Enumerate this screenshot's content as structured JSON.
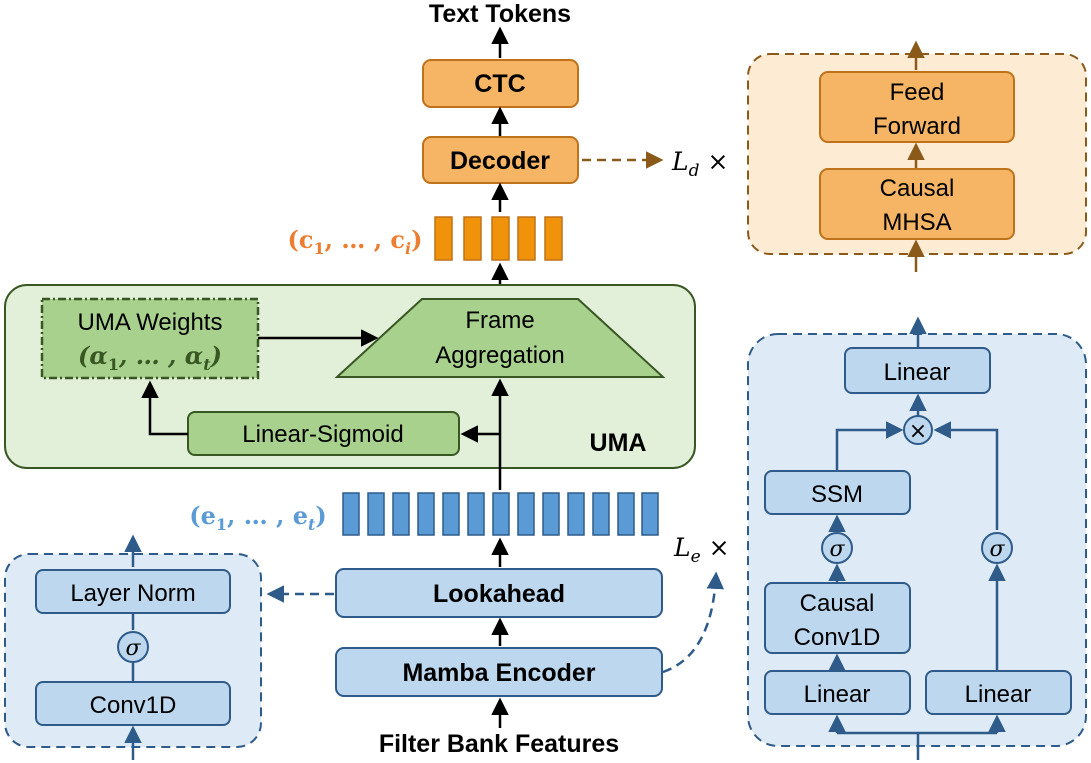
{
  "title_top": "Text Tokens",
  "title_bottom": "Filter Bank Features",
  "blocks": {
    "ctc": "CTC",
    "decoder": "Decoder",
    "lookahead": "Lookahead",
    "mamba_encoder": "Mamba Encoder",
    "frame_aggregation_line1": "Frame",
    "frame_aggregation_line2": "Aggregation",
    "uma_weights_line1": "UMA Weights",
    "linear_sigmoid": "Linear-Sigmoid",
    "uma_label": "UMA"
  },
  "decoder_layer": {
    "feed_forward_line1": "Feed",
    "feed_forward_line2": "Forward",
    "causal_mhsa_line1": "Causal",
    "causal_mhsa_line2": "MHSA",
    "repeat": "L_d ×"
  },
  "encoder_layer": {
    "linear_top": "Linear",
    "ssm": "SSM",
    "causal_conv_line1": "Causal",
    "causal_conv_line2": "Conv1D",
    "linear_left": "Linear",
    "linear_right": "Linear",
    "sigma": "σ",
    "multiply": "×",
    "repeat": "L_e ×"
  },
  "lookahead_detail": {
    "layer_norm": "Layer Norm",
    "conv1d": "Conv1D",
    "sigma": "σ"
  },
  "sequences": {
    "c": "(c_1, … , c_i)",
    "e": "(e_1, … , e_t)",
    "alpha": "(α_1, … , α_t)"
  },
  "colors": {
    "orange_box": "#f5b565",
    "orange_panel": "#fdebd3",
    "orange_token": "#f0920a",
    "green_panel": "#e2efd9",
    "green_box": "#a9d18e",
    "blue_panel": "#deebf7",
    "blue_box": "#bdd7ee",
    "blue_token": "#5b9bd5",
    "dark_blue_stroke": "#2e5b8a",
    "orange_text": "#ed7d31",
    "blue_text": "#5b9bd5",
    "green_text": "#385723"
  }
}
